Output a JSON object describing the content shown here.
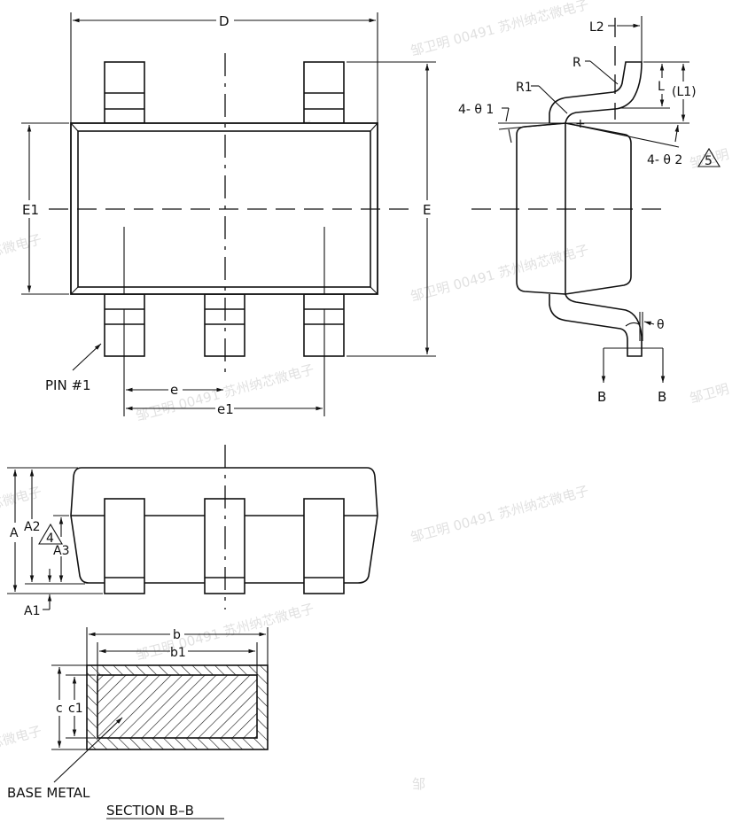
{
  "drawing": {
    "title": "SOT-23-5 package outline",
    "top_view": {
      "labels": {
        "D": "D",
        "E1": "E1",
        "E": "E",
        "e": "e",
        "e1": "e1",
        "pin1": "PIN #1"
      }
    },
    "side_view": {
      "labels": {
        "L2": "L2",
        "R": "R",
        "R1": "R1",
        "L": "L",
        "L1": "(L1)",
        "theta1": "4- θ 1",
        "theta2": "4- θ 2",
        "note5": "5",
        "theta": "θ",
        "B_left": "B",
        "B_right": "B"
      }
    },
    "front_view": {
      "labels": {
        "A": "A",
        "A2": "A2",
        "A3": "A3",
        "A1": "A1",
        "note4": "4"
      }
    },
    "section": {
      "labels": {
        "b": "b",
        "b1": "b1",
        "c": "c",
        "c1": "c1",
        "base_metal": "BASE  METAL",
        "title": "SECTION  B–B"
      }
    },
    "watermark": {
      "text": "邹卫明 00491 苏州纳芯微电子",
      "short": "邹卫明",
      "tail": "芯微电子",
      "char": "邹"
    }
  }
}
